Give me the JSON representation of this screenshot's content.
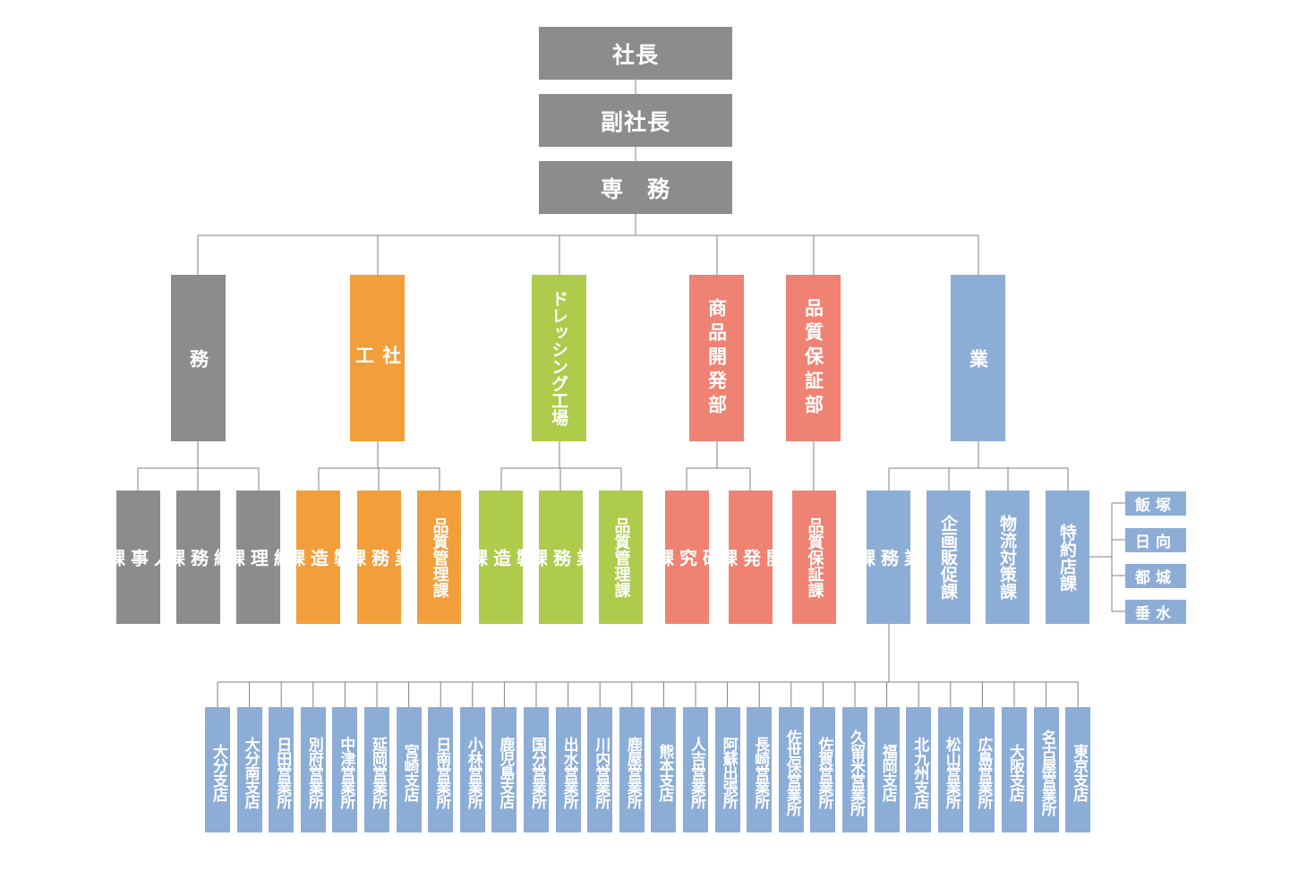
{
  "colors": {
    "gray": "#8c8c8c",
    "orange": "#f19e3b",
    "green": "#aecb4b",
    "salmon": "#ef8272",
    "blue": "#8cadd6",
    "line": "#808080"
  },
  "executives": {
    "president": "社長",
    "vice_president": "副社長",
    "managing_director": "専　務"
  },
  "departments": {
    "general_affairs": "総\n\n務\n\n部",
    "head_factory": "本\n社\n工\n場",
    "dressing_factory": "ドレッシング工場",
    "product_dev": "商品開発部",
    "quality_assurance": "品質保証部",
    "sales": "営\n\n業\n\n部"
  },
  "sections": {
    "ga_personnel": "人\n事\n課",
    "ga_general": "総\n務\n課",
    "ga_accounting": "経\n理\n課",
    "hf_manufacturing": "製\n造\n課",
    "hf_operations": "業\n務\n課",
    "hf_qc": "品質管理課",
    "df_manufacturing": "製\n造\n課",
    "df_operations": "業\n務\n課",
    "df_qc": "品質管理課",
    "pd_research": "研\n究\n課",
    "pd_development": "開\n発\n課",
    "qa_section": "品質保証課",
    "sales_operations": "業\n務\n課",
    "sales_planning": "企画販促課",
    "sales_logistics": "物流対策課",
    "sales_dealers": "特約店課"
  },
  "dealer_areas": [
    "飯塚",
    "日向",
    "都城",
    "垂水"
  ],
  "branches": [
    "大分支店",
    "大分南支店",
    "日田営業所",
    "別府営業所",
    "中津営業所",
    "延岡営業所",
    "宮崎支店",
    "日南営業所",
    "小林営業所",
    "鹿児島支店",
    "国分営業所",
    "出水営業所",
    "川内営業所",
    "鹿屋営業所",
    "熊本支店",
    "人吉営業所",
    "阿蘇出張所",
    "長崎営業所",
    "佐世保営業所",
    "佐賀営業所",
    "久留米営業所",
    "福岡支店",
    "北九州支店",
    "松山営業所",
    "広島営業所",
    "大阪支店",
    "名古屋営業所",
    "東京支店"
  ]
}
